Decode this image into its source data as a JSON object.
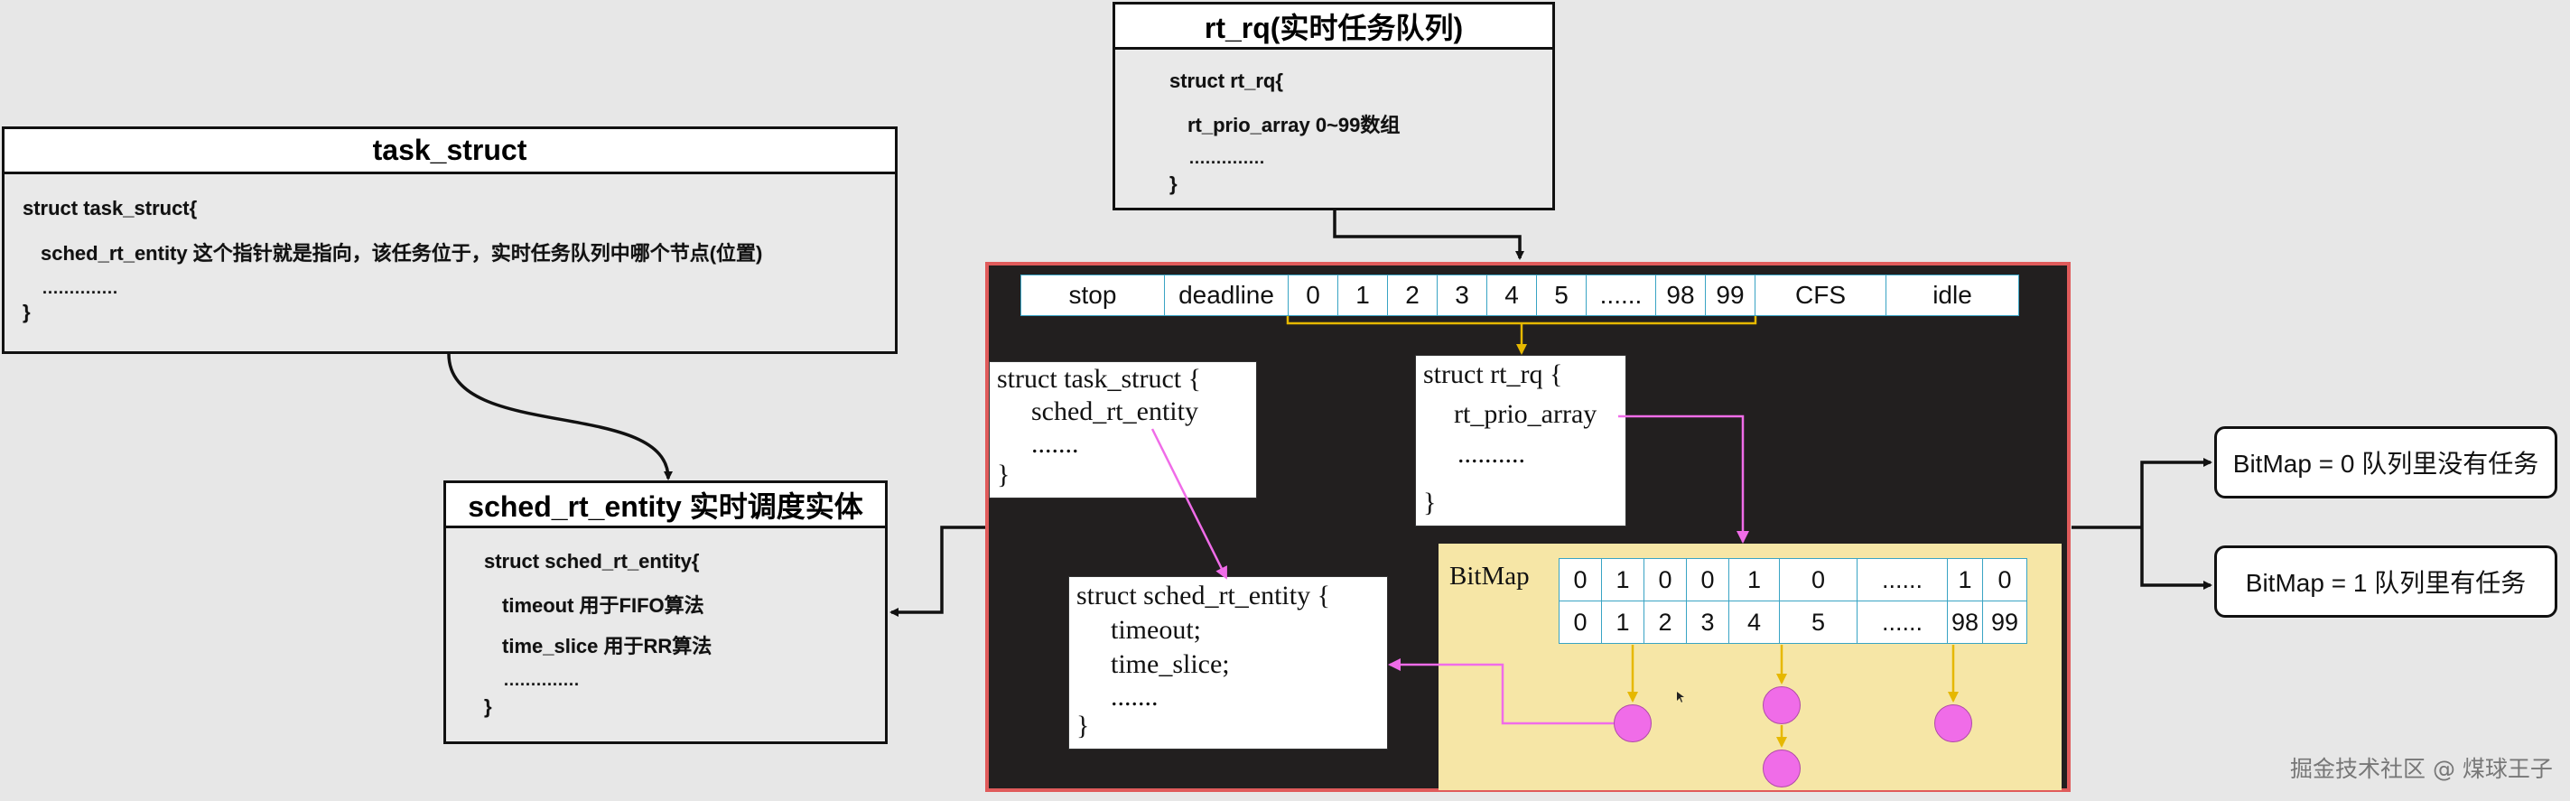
{
  "rt_rq_box": {
    "title": "rt_rq(实时任务队列)",
    "lines": [
      "struct rt_rq{",
      "rt_prio_array 0~99数组",
      "..............",
      "}"
    ]
  },
  "task_struct_box": {
    "title": "task_struct",
    "lines": [
      "struct task_struct{",
      "sched_rt_entity 这个指针就是指向，该任务位于，实时任务队列中哪个节点(位置)",
      "..............",
      "}"
    ]
  },
  "sched_rt_entity_box": {
    "title": "sched_rt_entity 实时调度实体",
    "lines": [
      "struct sched_rt_entity{",
      "timeout  用于FIFO算法",
      "time_slice 用于RR算法",
      "..............",
      "}"
    ]
  },
  "queue_cells": [
    "stop",
    "deadline",
    "0",
    "1",
    "2",
    "3",
    "4",
    "5",
    "......",
    "98",
    "99",
    "CFS",
    "idle"
  ],
  "panel_task_struct": [
    "struct task_struct {",
    "sched_rt_entity",
    ".......",
    "}"
  ],
  "panel_rt_rq": [
    "struct rt_rq {",
    "rt_prio_array",
    "..........",
    "}"
  ],
  "panel_sched_rt_entity": [
    "struct sched_rt_entity {",
    "timeout;",
    "time_slice;",
    ".......",
    "}"
  ],
  "bitmap": {
    "label": "BitMap",
    "bits": [
      "0",
      "1",
      "0",
      "0",
      "1",
      "0",
      "......",
      "1",
      "0"
    ],
    "indices": [
      "0",
      "1",
      "2",
      "3",
      "4",
      "5",
      "......",
      "98",
      "99"
    ]
  },
  "outcomes": [
    "BitMap = 0  队列里没有任务",
    "BitMap = 1  队列里有任务"
  ],
  "watermark": "掘金技术社区 @ 煤球王子",
  "colors": {
    "panel_border": "#e05b5b",
    "cell_border": "#39a4c4",
    "yellow_arrow": "#e6b800",
    "pink_arrow": "#f06ce8",
    "node_fill": "#f06ce8",
    "bitmap_bg": "#f6e6a6"
  }
}
